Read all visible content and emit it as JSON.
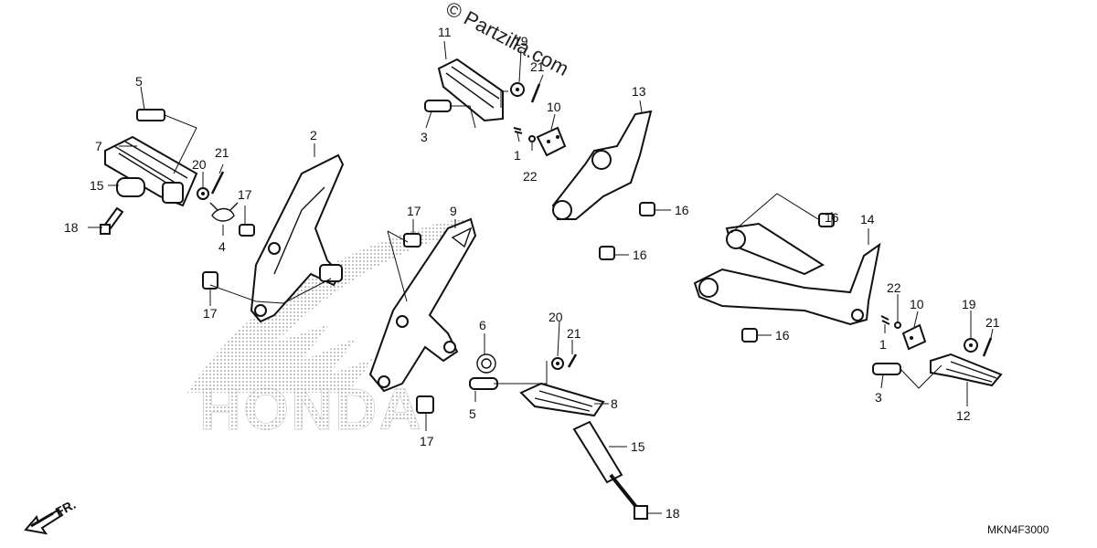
{
  "watermark": "© Partzilla.com",
  "brand_logo": "HONDA",
  "direction": "FR.",
  "diagram_code": "MKN4F3000",
  "callouts": [
    {
      "id": "c1",
      "text": "1"
    },
    {
      "id": "c2",
      "text": "1"
    },
    {
      "id": "c3",
      "text": "2"
    },
    {
      "id": "c4",
      "text": "3"
    },
    {
      "id": "c5",
      "text": "3"
    },
    {
      "id": "c6",
      "text": "4"
    },
    {
      "id": "c7",
      "text": "5"
    },
    {
      "id": "c8",
      "text": "5"
    },
    {
      "id": "c9",
      "text": "6"
    },
    {
      "id": "c10",
      "text": "7"
    },
    {
      "id": "c11",
      "text": "8"
    },
    {
      "id": "c12",
      "text": "9"
    },
    {
      "id": "c13",
      "text": "10"
    },
    {
      "id": "c14",
      "text": "10"
    },
    {
      "id": "c15",
      "text": "11"
    },
    {
      "id": "c16",
      "text": "12"
    },
    {
      "id": "c17",
      "text": "13"
    },
    {
      "id": "c18",
      "text": "14"
    },
    {
      "id": "c19",
      "text": "15"
    },
    {
      "id": "c20",
      "text": "15"
    },
    {
      "id": "c21",
      "text": "16"
    },
    {
      "id": "c22",
      "text": "16"
    },
    {
      "id": "c23",
      "text": "16"
    },
    {
      "id": "c24",
      "text": "16"
    },
    {
      "id": "c25",
      "text": "17"
    },
    {
      "id": "c26",
      "text": "17"
    },
    {
      "id": "c27",
      "text": "17"
    },
    {
      "id": "c28",
      "text": "17"
    },
    {
      "id": "c29",
      "text": "18"
    },
    {
      "id": "c30",
      "text": "18"
    },
    {
      "id": "c31",
      "text": "19"
    },
    {
      "id": "c32",
      "text": "20"
    },
    {
      "id": "c33",
      "text": "20"
    },
    {
      "id": "c34",
      "text": "21"
    },
    {
      "id": "c35",
      "text": "21"
    },
    {
      "id": "c36",
      "text": "21"
    },
    {
      "id": "c37",
      "text": "21"
    },
    {
      "id": "c38",
      "text": "22"
    },
    {
      "id": "c39",
      "text": "22"
    }
  ]
}
